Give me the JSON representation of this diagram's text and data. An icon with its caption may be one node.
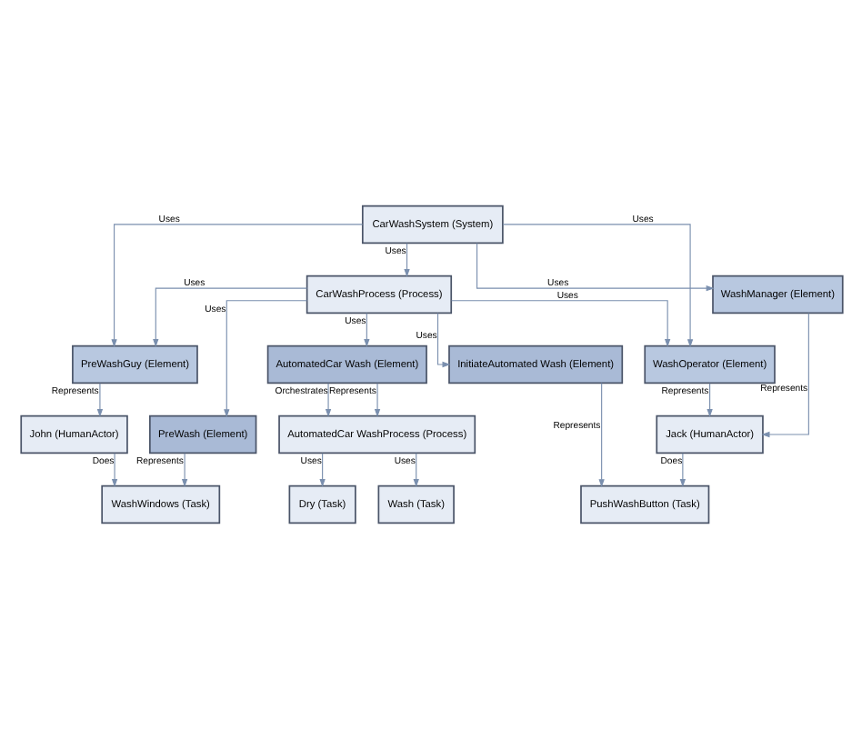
{
  "diagram": {
    "nodes": [
      {
        "text": [
          "CarWashSystem (System)"
        ]
      },
      {
        "text": [
          "PreWashGuy (Element)"
        ]
      },
      {
        "text": [
          "WashOperator (Element)"
        ]
      },
      {
        "text": [
          "WashManager (Element)"
        ]
      },
      {
        "text": [
          "CarWashProcess (Process)"
        ]
      },
      {
        "text": [
          "AutomatedCar Wash (Element)"
        ]
      },
      {
        "text": [
          "John (HumanActor)"
        ]
      },
      {
        "text": [
          "Jack (HumanActor)"
        ]
      },
      {
        "text": [
          "PreWash (Element)"
        ]
      },
      {
        "text": [
          "InitiateAutomated Wash (Element)"
        ]
      },
      {
        "text": [
          "AutomatedCar WashProcess (Process)"
        ]
      },
      {
        "text": [
          "WashWindows (Task)"
        ]
      },
      {
        "text": [
          "PushWashButton (Task)"
        ]
      },
      {
        "text": [
          "Wash (Task)"
        ]
      },
      {
        "text": [
          "Dry (Task)"
        ]
      }
    ],
    "edges": [
      {
        "from": 0,
        "to": 1,
        "arrow": "to",
        "label": "Uses"
      },
      {
        "from": 0,
        "to": 2,
        "arrow": "to",
        "label": "Uses"
      },
      {
        "from": 0,
        "to": 3,
        "arrow": "to",
        "label": "Uses"
      },
      {
        "from": 0,
        "to": 4,
        "arrow": "to",
        "label": "Uses"
      },
      {
        "from": 4,
        "to": 2,
        "arrow": "to",
        "label": "Uses"
      },
      {
        "from": 4,
        "to": 1,
        "arrow": "to",
        "label": "Uses"
      },
      {
        "from": 4,
        "to": 5,
        "arrow": "to",
        "label": "Uses"
      },
      {
        "from": 4,
        "to": 9,
        "arrow": "to",
        "label": "Uses"
      },
      {
        "from": 4,
        "to": 8,
        "arrow": "to",
        "label": "Uses"
      },
      {
        "from": 1,
        "to": 6,
        "arrow": "to",
        "label": "Represents"
      },
      {
        "from": 2,
        "to": 7,
        "arrow": "to",
        "label": "Represents"
      },
      {
        "from": 3,
        "to": 7,
        "arrow": "to",
        "label": "Represents"
      },
      {
        "from": 5,
        "to": 10,
        "arrow": "to",
        "label": "Orchestrates"
      },
      {
        "from": 5,
        "to": 10,
        "arrow": "to",
        "label": "Represents"
      },
      {
        "from": 6,
        "to": 11,
        "arrow": "to",
        "label": "Does"
      },
      {
        "from": 7,
        "to": 12,
        "arrow": "to",
        "label": "Does"
      },
      {
        "from": 8,
        "to": 11,
        "arrow": "to",
        "label": "Represents"
      },
      {
        "from": 9,
        "to": 12,
        "arrow": "to",
        "label": "Represents"
      },
      {
        "from": 10,
        "to": 13,
        "arrow": "to",
        "label": "Uses"
      },
      {
        "from": 10,
        "to": 14,
        "arrow": "to",
        "label": "Uses"
      }
    ]
  }
}
